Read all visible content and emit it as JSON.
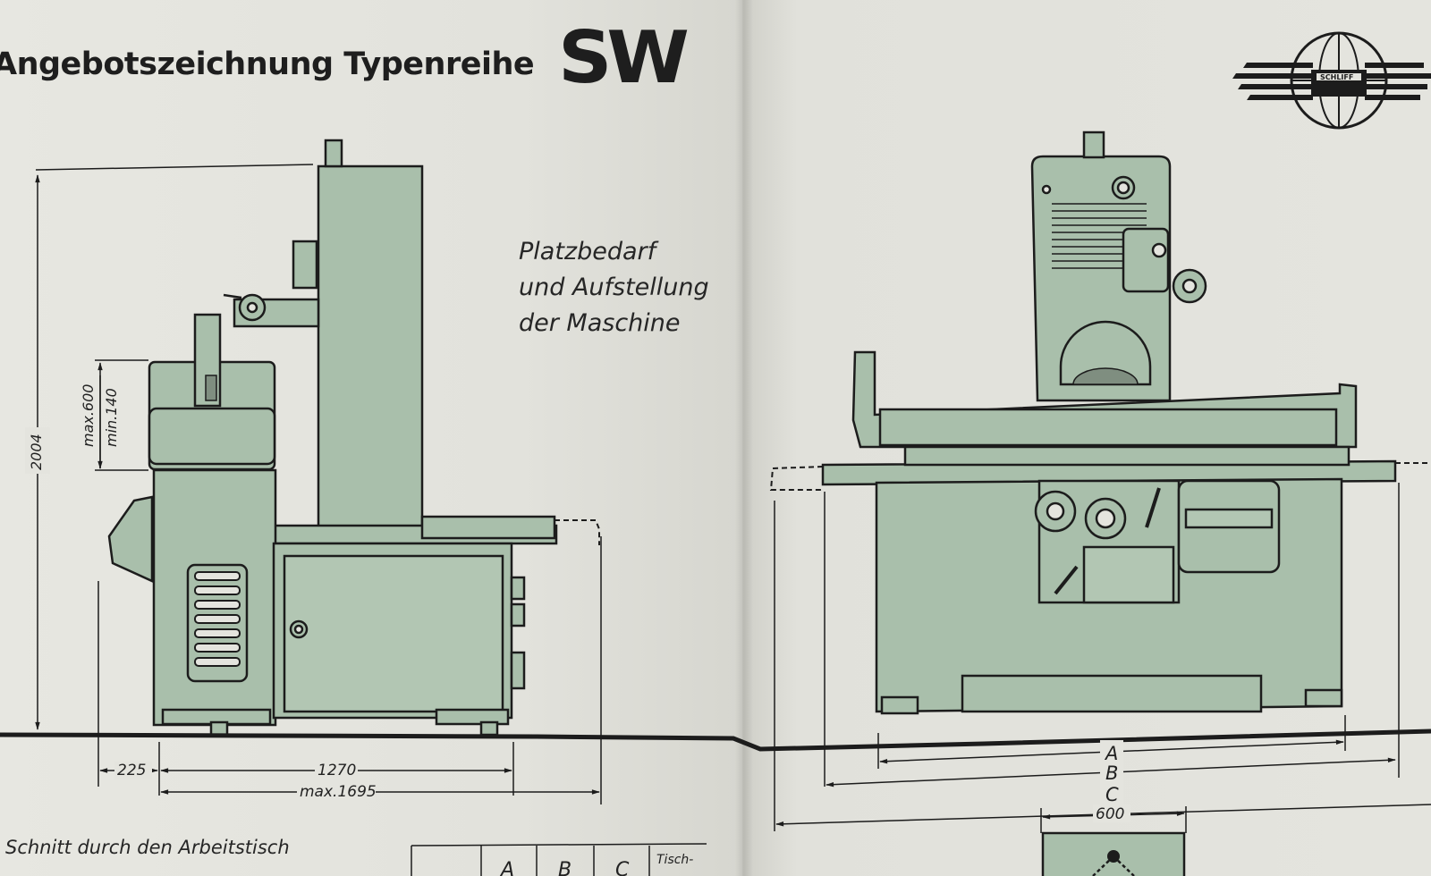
{
  "left_page": {
    "title": "Angebotszeichnung Typenreihe",
    "series": "SW",
    "subtitle_lines": [
      "Platzbedarf",
      "und Aufstellung",
      "der Maschine"
    ],
    "dimensions": {
      "height": "2004",
      "max_height": "max.600",
      "min_height": "min.140",
      "rear_gap": "225",
      "depth": "1270",
      "max_depth": "max.1695"
    },
    "section_title": "Schnitt durch den Arbeitstisch",
    "table_headers": [
      "A",
      "B",
      "C",
      "Tisch-"
    ]
  },
  "right_page": {
    "logo_text": "SCHLIFF",
    "dimensions": {
      "a": "A",
      "b": "B",
      "c": "C",
      "table_width": "600"
    }
  },
  "colors": {
    "machine_fill": "#a9bfab",
    "line": "#1c1c1c",
    "paper": "#e4e4de"
  }
}
